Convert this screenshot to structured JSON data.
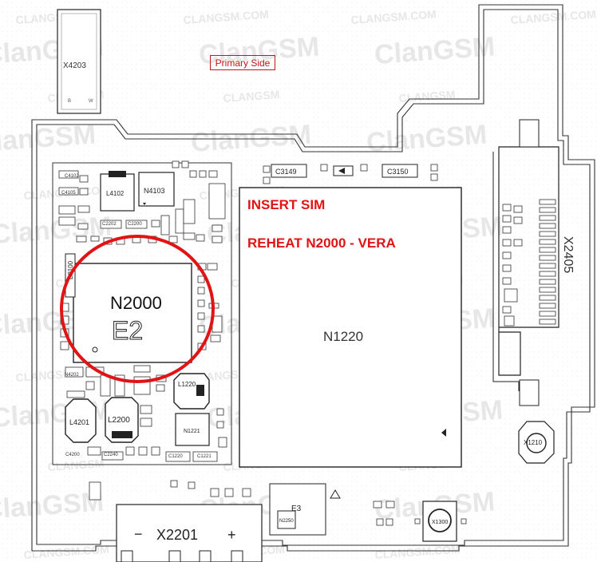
{
  "view": {
    "side_label": "Primary Side"
  },
  "instructions": {
    "line1": "INSERT SIM",
    "line2": "REHEAT N2000 - VERA"
  },
  "highlight": {
    "component": "N2000",
    "marking": "E2",
    "color": "#e01414"
  },
  "watermark": {
    "brand": "ClanGSM",
    "domain": "CLANGSM.COM",
    "short": "CLANGSM"
  },
  "components": {
    "x4203": "X4203",
    "n1220": "N1220",
    "x2405": "X2405",
    "x2201": "X2201",
    "x2201_minus": "−",
    "x2201_plus": "+",
    "c3149": "C3149",
    "c3150": "C3150",
    "l4102": "L4102",
    "n4103": "N4103",
    "l4201": "L4201",
    "l2200": "L2200",
    "l1220": "L1220",
    "n1221": "N1221",
    "x1210": "X1210",
    "x1300": "X1300",
    "n2250": "N2250",
    "c4102": "C4102",
    "c4105": "C4105",
    "c2202": "C2202",
    "c2200": "C2200",
    "c2240": "C2240",
    "c4200": "C4200",
    "c1220": "C1220",
    "c1221": "C1221",
    "b2100": "B2100",
    "n4202": "N4202",
    "e3": "E3"
  }
}
